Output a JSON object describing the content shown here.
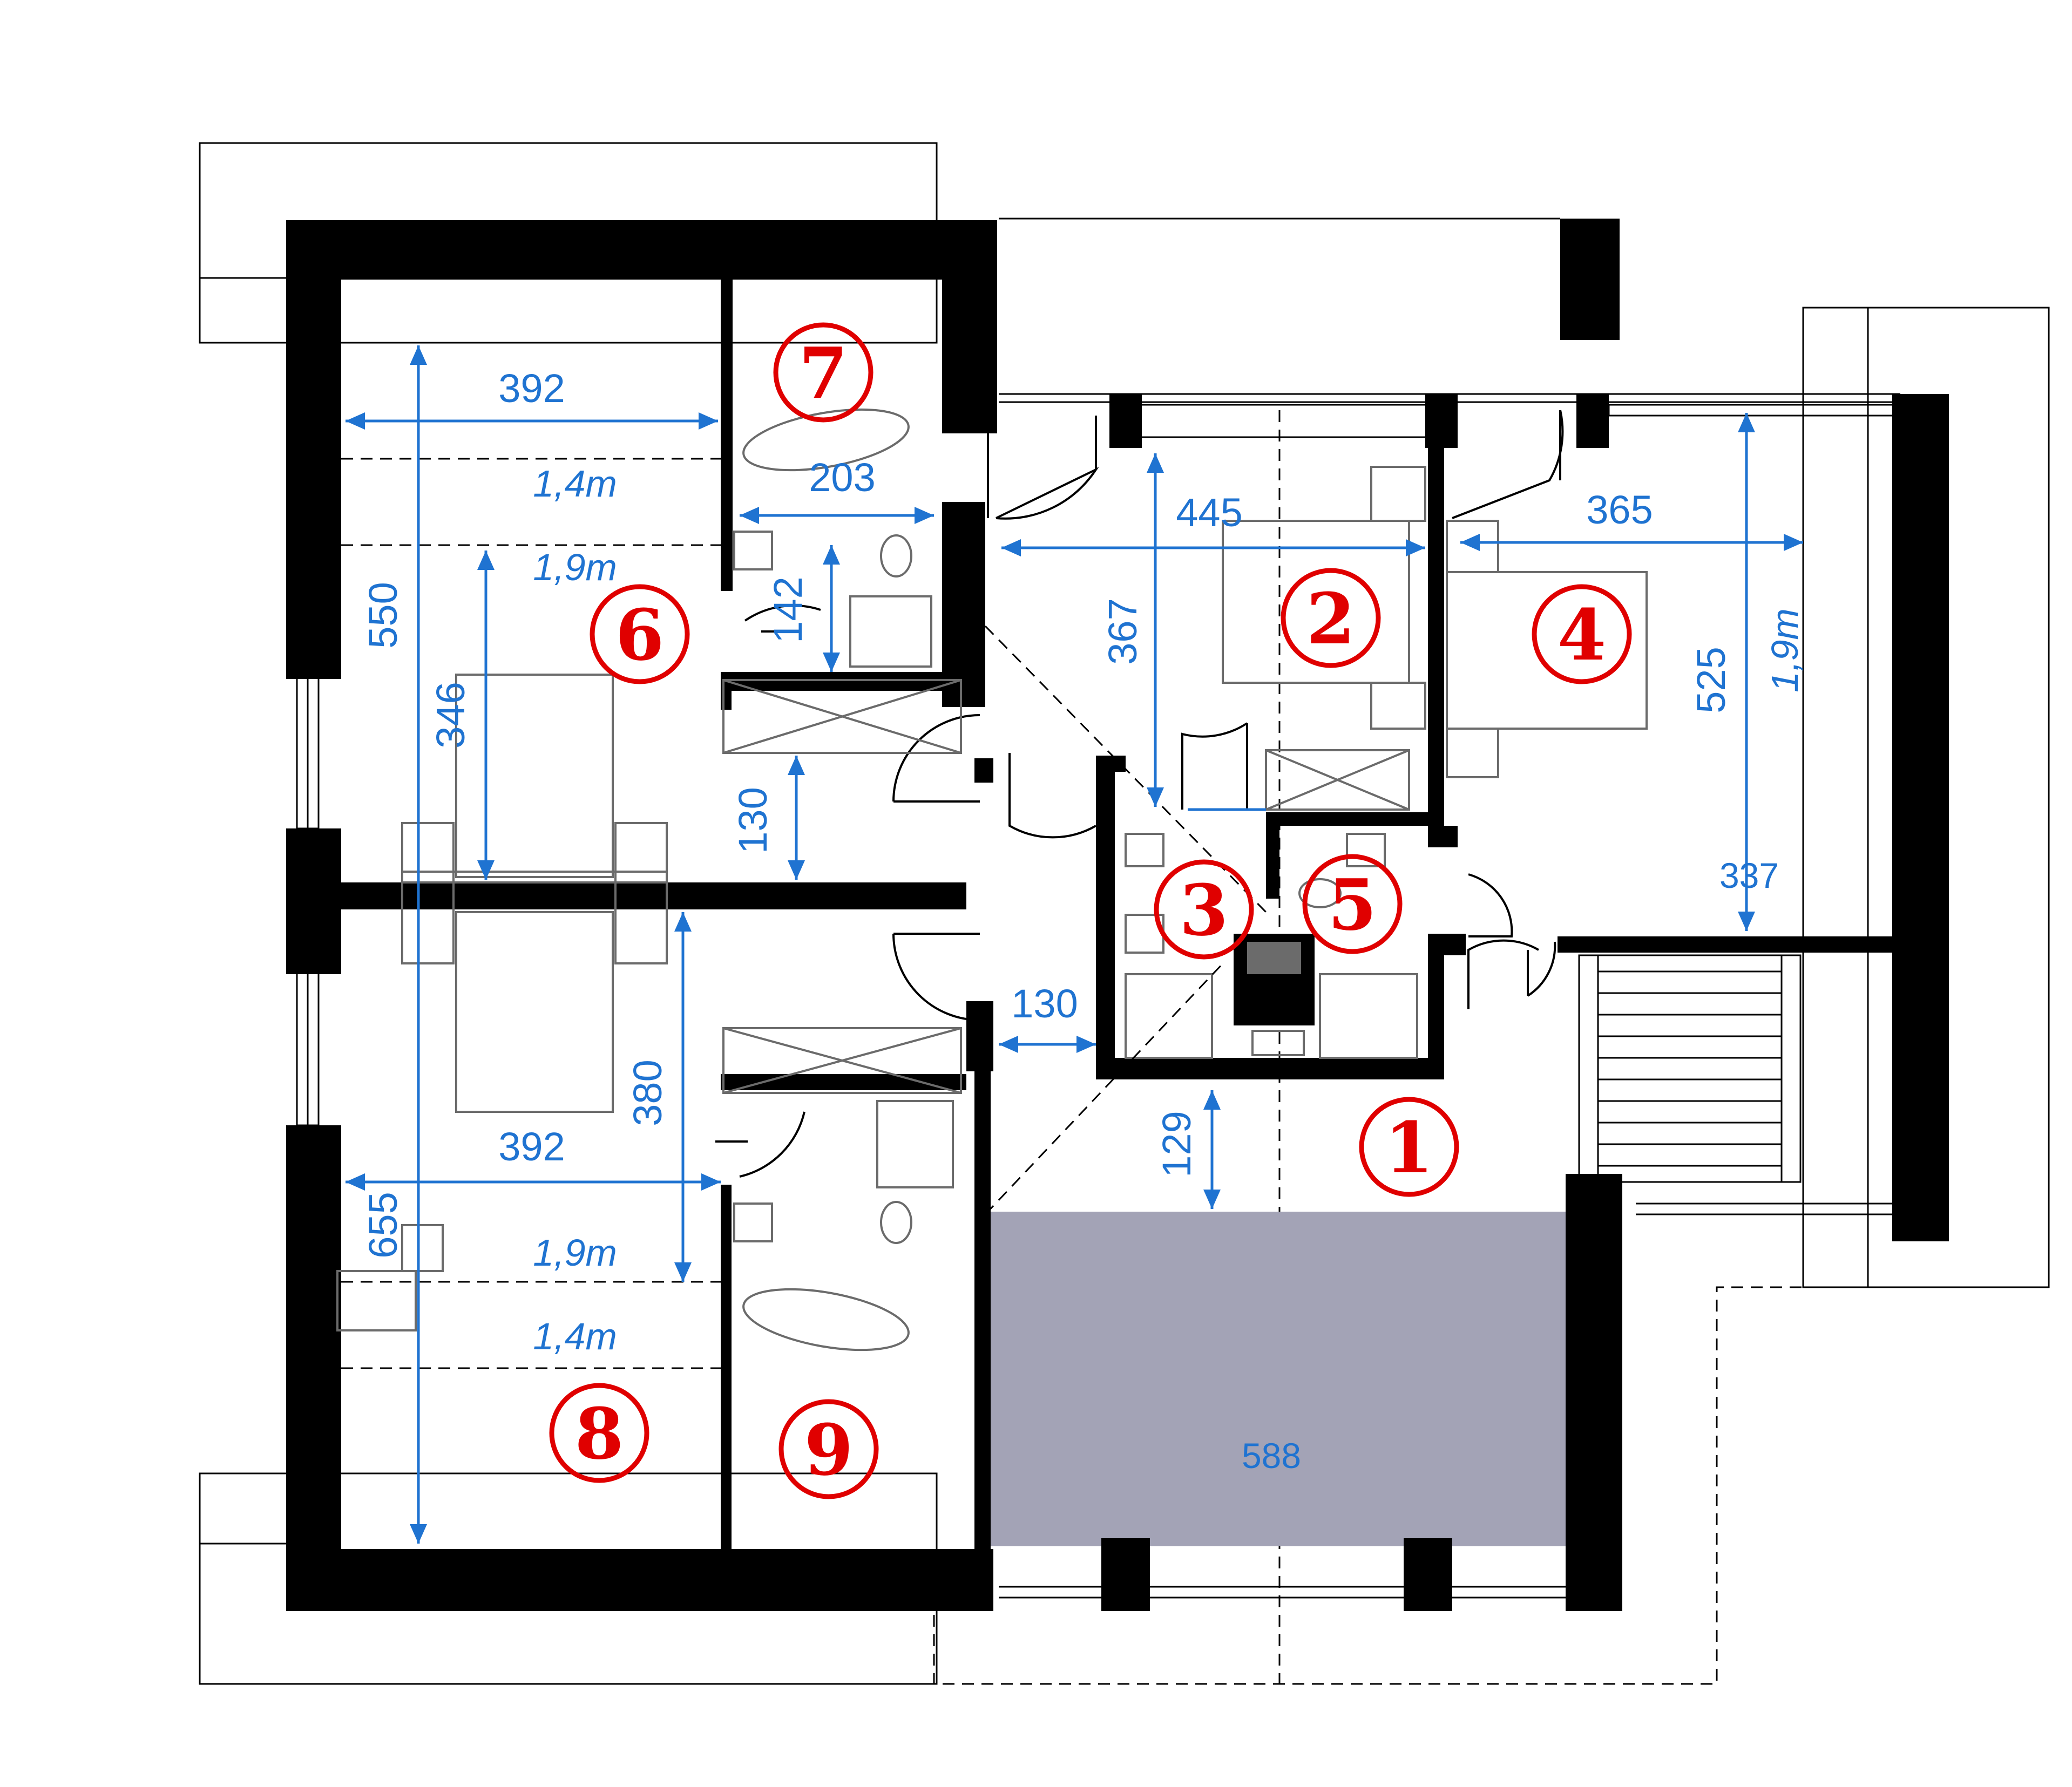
{
  "plan": {
    "colors": {
      "wall": "#000000",
      "dimension": "#1f73d1",
      "room_number": "#e00000",
      "terrace_fill": "#a3a3b6"
    },
    "rooms": [
      {
        "id": "room-1",
        "number": "1"
      },
      {
        "id": "room-2",
        "number": "2"
      },
      {
        "id": "room-3",
        "number": "3"
      },
      {
        "id": "room-4",
        "number": "4"
      },
      {
        "id": "room-5",
        "number": "5"
      },
      {
        "id": "room-6",
        "number": "6"
      },
      {
        "id": "room-7",
        "number": "7"
      },
      {
        "id": "room-8",
        "number": "8"
      },
      {
        "id": "room-9",
        "number": "9"
      }
    ],
    "dimensions": {
      "d392_top": "392",
      "d203": "203",
      "d550": "550",
      "d346": "346",
      "d142": "142",
      "d130_left": "130",
      "d130_mid": "130",
      "d445": "445",
      "d367": "367",
      "d365": "365",
      "d525": "525",
      "d337": "337",
      "d380": "380",
      "d392_bottom": "392",
      "d655": "655",
      "d129": "129",
      "d588": "588"
    },
    "height_marks": {
      "h14_top": "1,4m",
      "h19_top": "1,9m",
      "h19_right": "1,9m",
      "h19_bottom": "1,9m",
      "h14_bottom": "1,4m"
    }
  }
}
